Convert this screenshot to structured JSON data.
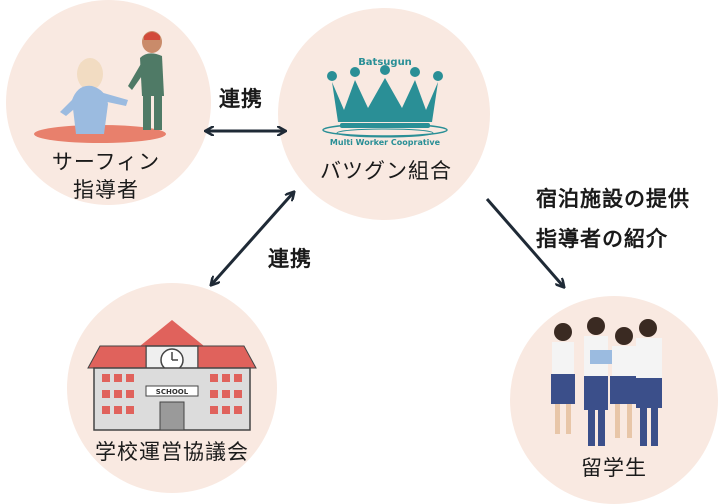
{
  "nodes": {
    "surf": {
      "line1": "サーフィン",
      "line2": "指導者"
    },
    "union": {
      "label": "バツグン組合",
      "logo_top": "Batsugun",
      "logo_bottom": "Multi Worker Cooprative"
    },
    "school": {
      "label": "学校運営協議会",
      "sign": "SCHOOL"
    },
    "student": {
      "label": "留学生"
    }
  },
  "edges": {
    "top": "連携",
    "left": "連携",
    "right_line1": "宿泊施設の提供",
    "right_line2": "指導者の紹介"
  },
  "colors": {
    "circle": "#f9e9e1",
    "teal": "#2a8f96",
    "arrow": "#1f2a36",
    "roof": "#e0625c"
  }
}
